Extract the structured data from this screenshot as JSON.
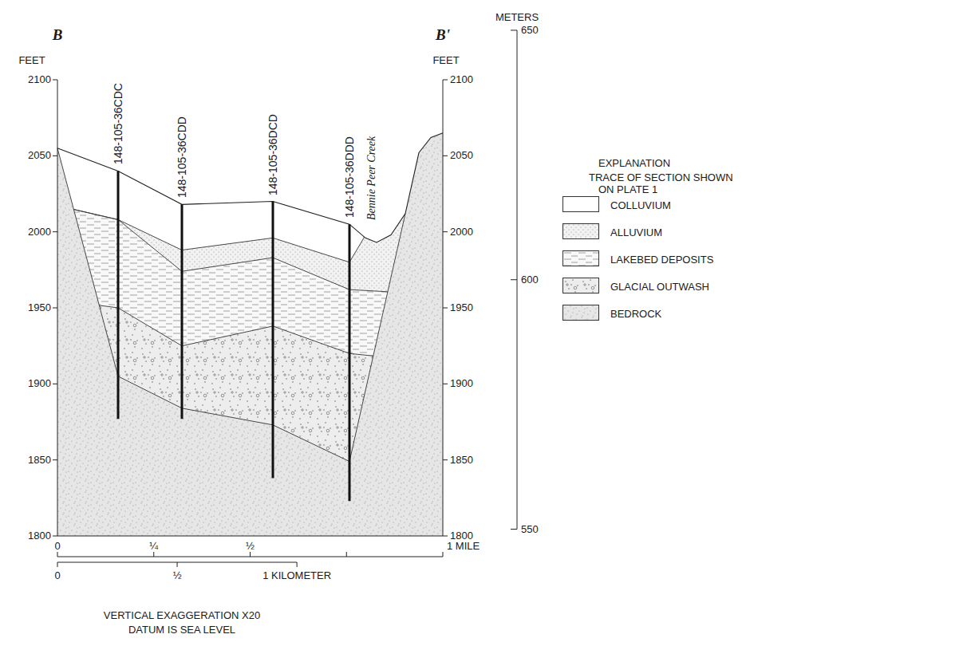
{
  "diagram": {
    "labels": [
      "B",
      "B'",
      "FEET",
      "FEET",
      "METERS",
      "2100",
      "2050",
      "2000",
      "1950",
      "1900",
      "1850",
      "1800",
      "2100",
      "2050",
      "2000",
      "1950",
      "1900",
      "1850",
      "1800",
      "650",
      "600",
      "550",
      "148-105-36CDC",
      "148-105-36CDD",
      "148-105-36DCD",
      "148-105-36DDD",
      "Bennie Peer Creek",
      "0",
      "¼",
      "½",
      "1 MILE",
      "0",
      "½",
      "1 KILOMETER",
      "VERTICAL EXAGGERATION X20",
      "DATUM IS SEA LEVEL",
      "EXPLANATION",
      "TRACE OF SECTION SHOWN ON PLATE 1"
    ],
    "legend": [
      {
        "text": "COLLUVIUM",
        "color": "#ffffff"
      },
      {
        "text": "ALLUVIUM",
        "color": "#f2f2f2"
      },
      {
        "text": "LAKEBED DEPOSITS",
        "color": "#f8f8f8"
      },
      {
        "text": "GLACIAL OUTWASH",
        "color": "#ededed"
      },
      {
        "text": "BEDROCK",
        "color": "#e6e6e6"
      }
    ]
  }
}
